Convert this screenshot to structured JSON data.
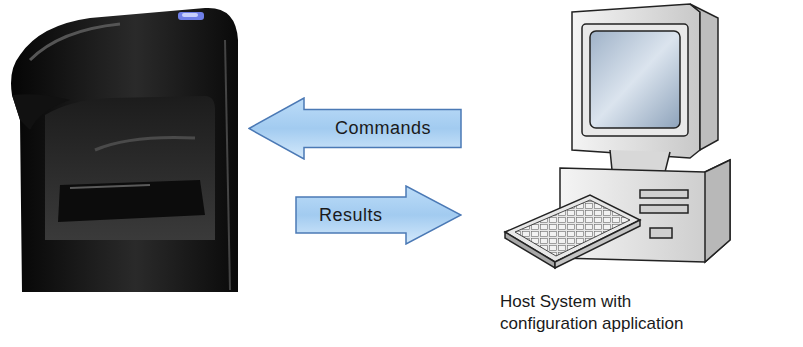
{
  "diagram": {
    "nodes": [
      {
        "text": [
          "Commands"
        ]
      },
      {
        "text": [
          "Results"
        ]
      }
    ],
    "labels": [
      "Host System with configuration application"
    ]
  }
}
